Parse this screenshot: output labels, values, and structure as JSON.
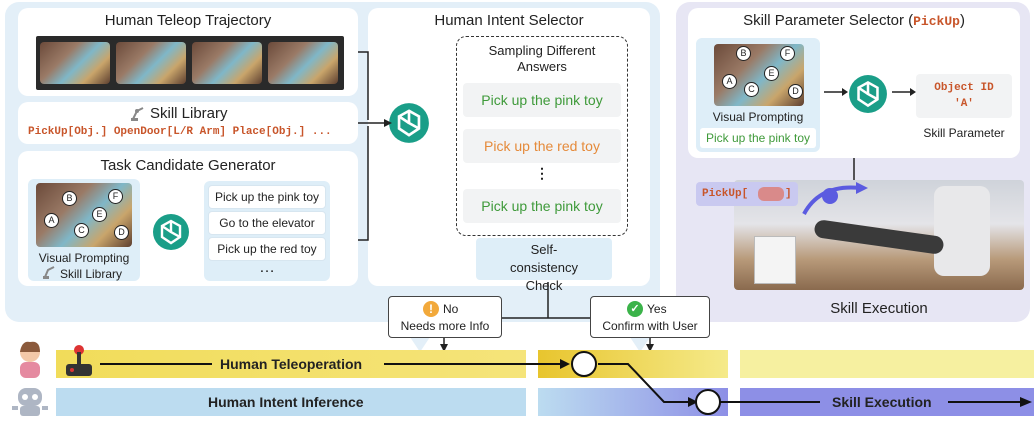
{
  "teleop_trajectory": {
    "title": "Human Teleop Trajectory"
  },
  "skill_library": {
    "title": "Skill Library",
    "skills": "PickUp[Obj.] OpenDoor[L/R Arm] Place[Obj.] ..."
  },
  "task_candidate_generator": {
    "title": "Task Candidate Generator",
    "visual_prompting_label": "Visual Prompting",
    "skill_library_label": "Skill Library",
    "candidates": [
      "Pick up the pink toy",
      "Go to the elevator",
      "Pick up the red toy"
    ],
    "more": "…",
    "markers": [
      "A",
      "B",
      "C",
      "E",
      "F",
      "D"
    ]
  },
  "intent_selector": {
    "title": "Human Intent Selector",
    "sampling_title": "Sampling Different Answers",
    "answers": [
      {
        "text": "Pick up the pink toy",
        "color": "#3f9a3a"
      },
      {
        "text": "Pick up the red toy",
        "color": "#e58a3a"
      },
      {
        "text": "Pick up the pink toy",
        "color": "#3f9a3a"
      }
    ],
    "ellipsis": "⋮",
    "self_consistency": "Self-consistency Check"
  },
  "skill_param_selector": {
    "title_prefix": "Skill Parameter Selector (",
    "title_skill": "PickUp",
    "title_suffix": ")",
    "visual_prompting_label": "Visual Prompting",
    "caption": "Pick up the pink toy",
    "object_id_label": "Object ID",
    "object_id_value": "'A'",
    "skill_parameter_label": "Skill Parameter",
    "markers": [
      "B",
      "F",
      "A",
      "E",
      "C",
      "D"
    ]
  },
  "skill_execution": {
    "label": "Skill Execution",
    "pickup_tag": "PickUp["
  },
  "decisions": {
    "no_label": "No",
    "no_sub": "Needs more Info",
    "yes_label": "Yes",
    "yes_sub": "Confirm with User"
  },
  "timeline": {
    "teleoperation": "Human Teleoperation",
    "intent_inference": "Human Intent Inference",
    "execution": "Skill Execution"
  },
  "colors": {
    "panel_blue": "#e3eff8",
    "panel_purple": "#e7e6f4",
    "teleop_bar": "#f1dc5a",
    "inference_bar": "#bcdcf0",
    "execution_bar": "#8d8fe6",
    "code_orange": "#c8552a",
    "answer_green": "#3f9a3a",
    "answer_orange": "#e58a3a",
    "gpt_green": "#1a9e88"
  },
  "icons": [
    "robot-arm-icon",
    "openai-logo-icon",
    "warning-icon",
    "check-icon",
    "human-icon",
    "joystick-icon",
    "robot-icon"
  ]
}
